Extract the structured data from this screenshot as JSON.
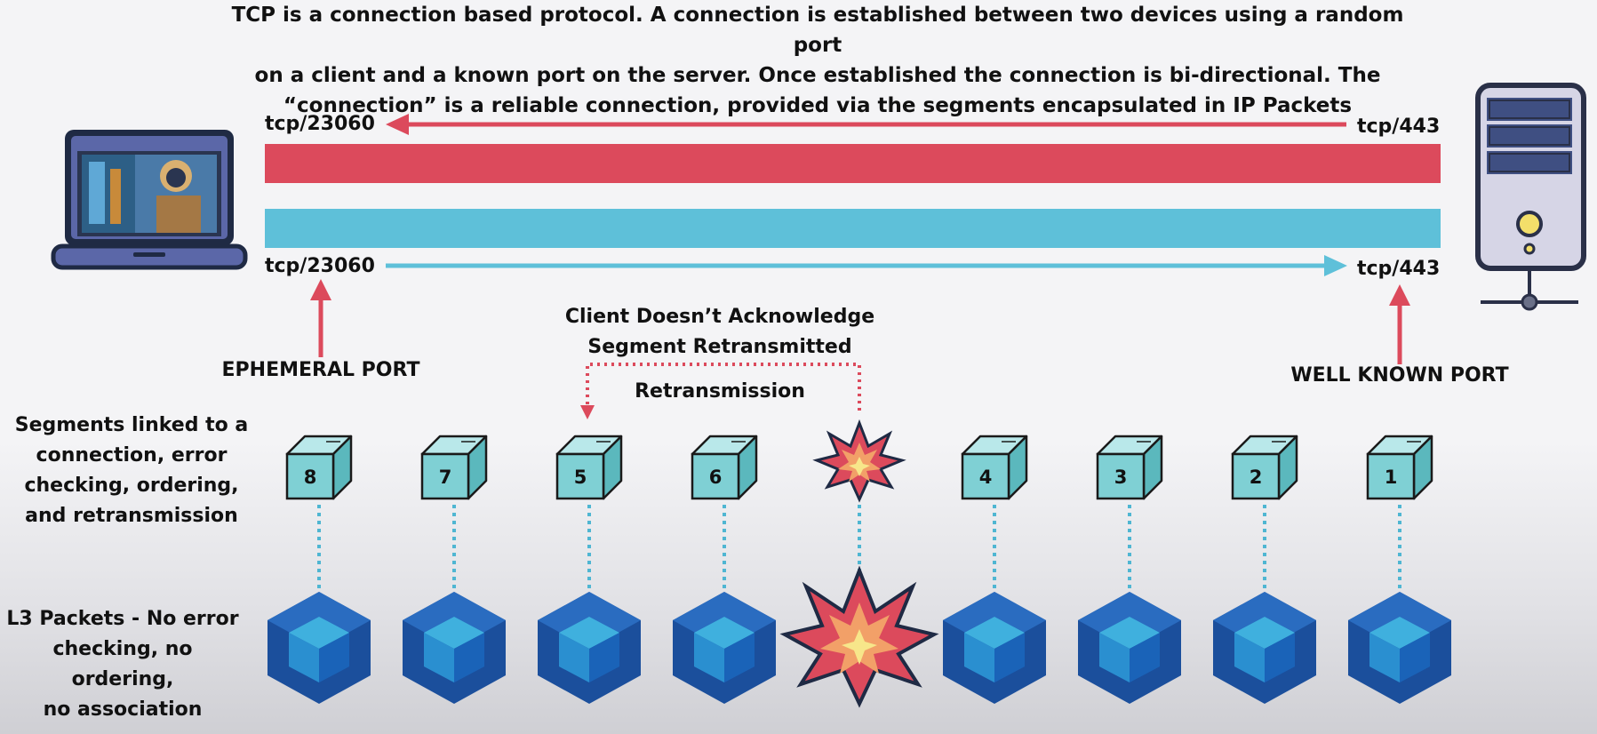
{
  "description": {
    "lines": [
      "TCP is a connection based protocol. A connection is established between two devices using a random port",
      "on a client and a known port on the server. Once established the connection is bi-directional. The",
      "“connection” is a reliable connection, provided via the segments encapsulated in IP Packets"
    ]
  },
  "ports": {
    "client_top": "tcp/23060",
    "server_top": "tcp/443",
    "client_bottom": "tcp/23060",
    "server_bottom": "tcp/443"
  },
  "labels": {
    "ephemeral": "EPHEMERAL PORT",
    "well_known": "WELL KNOWN PORT",
    "ack_lines": [
      "Client Doesn’t Acknowledge",
      "Segment Retransmitted"
    ],
    "retransmission": "Retransmission"
  },
  "side_labels": {
    "segments": [
      "Segments linked to a",
      "connection, error",
      "checking, ordering,",
      "and retransmission"
    ],
    "packets": [
      "L3 Packets - No error",
      "checking, no ordering,",
      "no association"
    ]
  },
  "segments": [
    "8",
    "7",
    "5",
    "6",
    "",
    "4",
    "3",
    "2",
    "1"
  ],
  "colors": {
    "server_to_client": "#dc4a5c",
    "client_to_server": "#5ec0d9",
    "segment_fill": "#7fd0d4",
    "packet_dark": "#1b4f9c",
    "packet_light": "#3fb0de",
    "explosion": "#dc4a5c"
  }
}
